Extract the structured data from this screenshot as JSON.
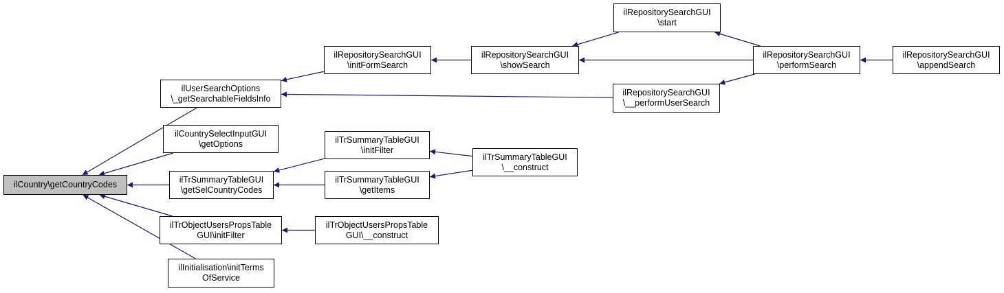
{
  "colors": {
    "edge": "#191970",
    "root_fill": "#bfbfbf",
    "node_fill": "#ffffff",
    "border": "#000000"
  },
  "nodes": {
    "root": {
      "lines": [
        "ilCountry\\getCountryCodes"
      ]
    },
    "uso_gsfi": {
      "lines": [
        "ilUserSearchOptions",
        "\\_getSearchableFieldsInfo"
      ]
    },
    "csig_go": {
      "lines": [
        "ilCountrySelectInputGUI",
        "\\getOptions"
      ]
    },
    "trs_gscc": {
      "lines": [
        "ilTrSummaryTableGUI",
        "\\getSelCountryCodes"
      ]
    },
    "tro_if": {
      "lines": [
        "ilTrObjectUsersPropsTable",
        "GUI\\initFilter"
      ]
    },
    "init_tos": {
      "lines": [
        "ilInitialisation\\initTerms",
        "OfService"
      ]
    },
    "rs_ifs": {
      "lines": [
        "ilRepositorySearchGUI",
        "\\initFormSearch"
      ]
    },
    "trs_if": {
      "lines": [
        "ilTrSummaryTableGUI",
        "\\initFilter"
      ]
    },
    "trs_gi": {
      "lines": [
        "ilTrSummaryTableGUI",
        "\\getItems"
      ]
    },
    "tro_c": {
      "lines": [
        "ilTrObjectUsersPropsTable",
        "GUI\\__construct"
      ]
    },
    "rs_ss": {
      "lines": [
        "ilRepositorySearchGUI",
        "\\showSearch"
      ]
    },
    "trs_c": {
      "lines": [
        "ilTrSummaryTableGUI",
        "\\__construct"
      ]
    },
    "rs_start": {
      "lines": [
        "ilRepositorySearchGUI",
        "\\start"
      ]
    },
    "rs_pus": {
      "lines": [
        "ilRepositorySearchGUI",
        "\\__performUserSearch"
      ]
    },
    "rs_ps": {
      "lines": [
        "ilRepositorySearchGUI",
        "\\performSearch"
      ]
    },
    "rs_as": {
      "lines": [
        "ilRepositorySearchGUI",
        "\\appendSearch"
      ]
    }
  },
  "edges": [
    {
      "from": "uso_gsfi",
      "to": "root"
    },
    {
      "from": "csig_go",
      "to": "root"
    },
    {
      "from": "trs_gscc",
      "to": "root"
    },
    {
      "from": "tro_if",
      "to": "root"
    },
    {
      "from": "init_tos",
      "to": "root"
    },
    {
      "from": "rs_ifs",
      "to": "uso_gsfi"
    },
    {
      "from": "rs_pus",
      "to": "uso_gsfi"
    },
    {
      "from": "trs_if",
      "to": "trs_gscc"
    },
    {
      "from": "trs_gi",
      "to": "trs_gscc"
    },
    {
      "from": "tro_c",
      "to": "tro_if"
    },
    {
      "from": "rs_ss",
      "to": "rs_ifs"
    },
    {
      "from": "trs_c",
      "to": "trs_if"
    },
    {
      "from": "trs_c",
      "to": "trs_gi"
    },
    {
      "from": "rs_start",
      "to": "rs_ss"
    },
    {
      "from": "rs_ps",
      "to": "rs_ss"
    },
    {
      "from": "rs_ps",
      "to": "rs_start"
    },
    {
      "from": "rs_ps",
      "to": "rs_pus"
    },
    {
      "from": "rs_as",
      "to": "rs_ps"
    }
  ]
}
